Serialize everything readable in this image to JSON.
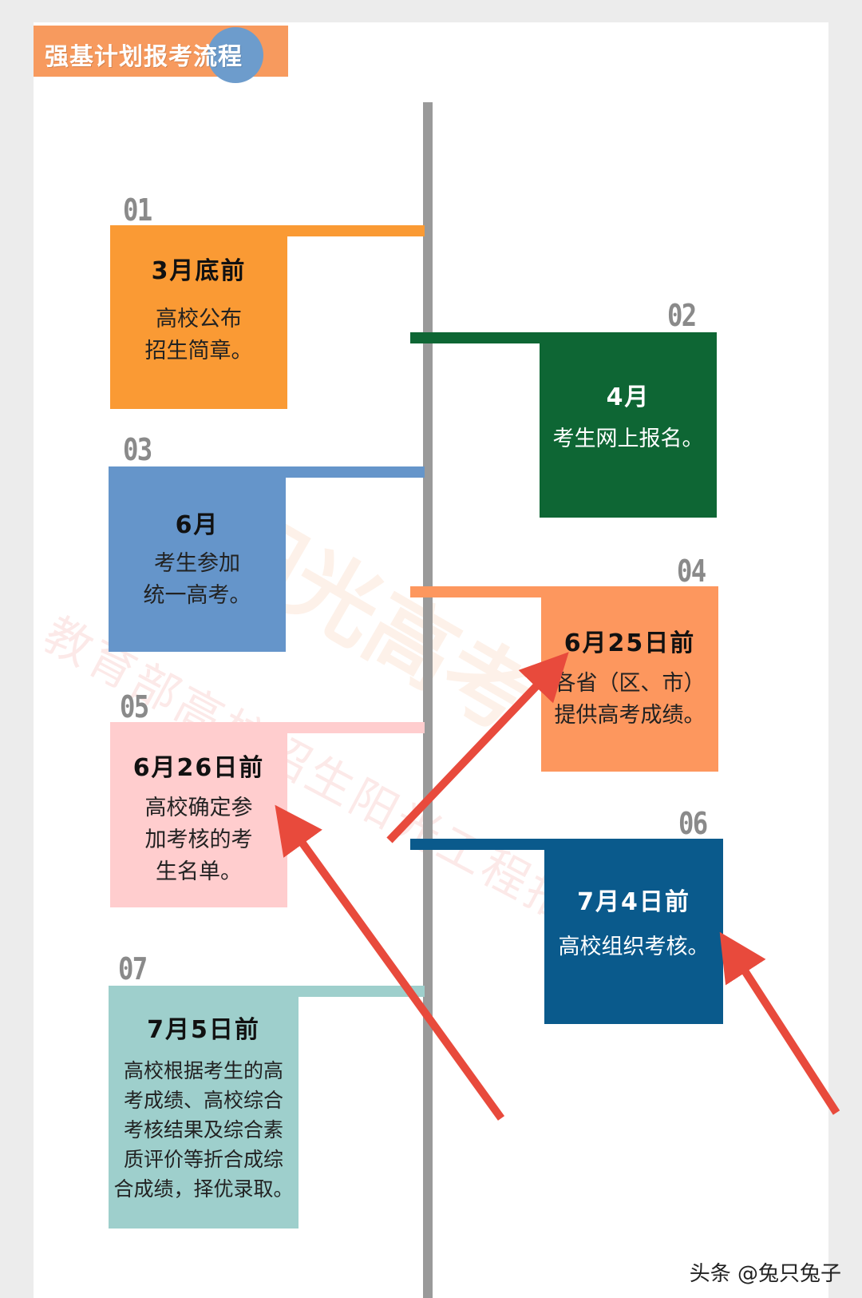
{
  "title": "强基计划报考流程",
  "watermark": {
    "line1": "阳光高考",
    "line2": "教育部高校招生阳光工程指定平台"
  },
  "steps": [
    {
      "num": "01",
      "date": "3月底前",
      "desc_lines": [
        "高校公布",
        "招生简章。"
      ],
      "color": "#fa9a34",
      "side": "left"
    },
    {
      "num": "02",
      "date": "4月",
      "desc_lines": [
        "考生网上报名。"
      ],
      "color": "#0e6634",
      "side": "right"
    },
    {
      "num": "03",
      "date": "6月",
      "desc_lines": [
        "考生参加",
        "统一高考。"
      ],
      "color": "#6595ca",
      "side": "left"
    },
    {
      "num": "04",
      "date": "6月25日前",
      "desc_lines": [
        "各省（区、市）",
        "提供高考成绩。"
      ],
      "color": "#fd975e",
      "side": "right"
    },
    {
      "num": "05",
      "date": "6月26日前",
      "desc_lines": [
        "高校确定参",
        "加考核的考",
        "生名单。"
      ],
      "color": "#ffcdce",
      "side": "left"
    },
    {
      "num": "06",
      "date": "7月4日前",
      "desc_lines": [
        "高校组织考核。"
      ],
      "color": "#0a5a8c",
      "side": "right"
    },
    {
      "num": "07",
      "date": "7月5日前",
      "desc_lines": [
        "高校根据考生的高",
        "考成绩、高校综合",
        "考核结果及综合素",
        "质评价等折合成综",
        "合成绩，择优录取。"
      ],
      "color": "#9ecfcc",
      "side": "left"
    }
  ],
  "annotation_color": "#e84a3c",
  "credit": "头条 @兔只兔子"
}
